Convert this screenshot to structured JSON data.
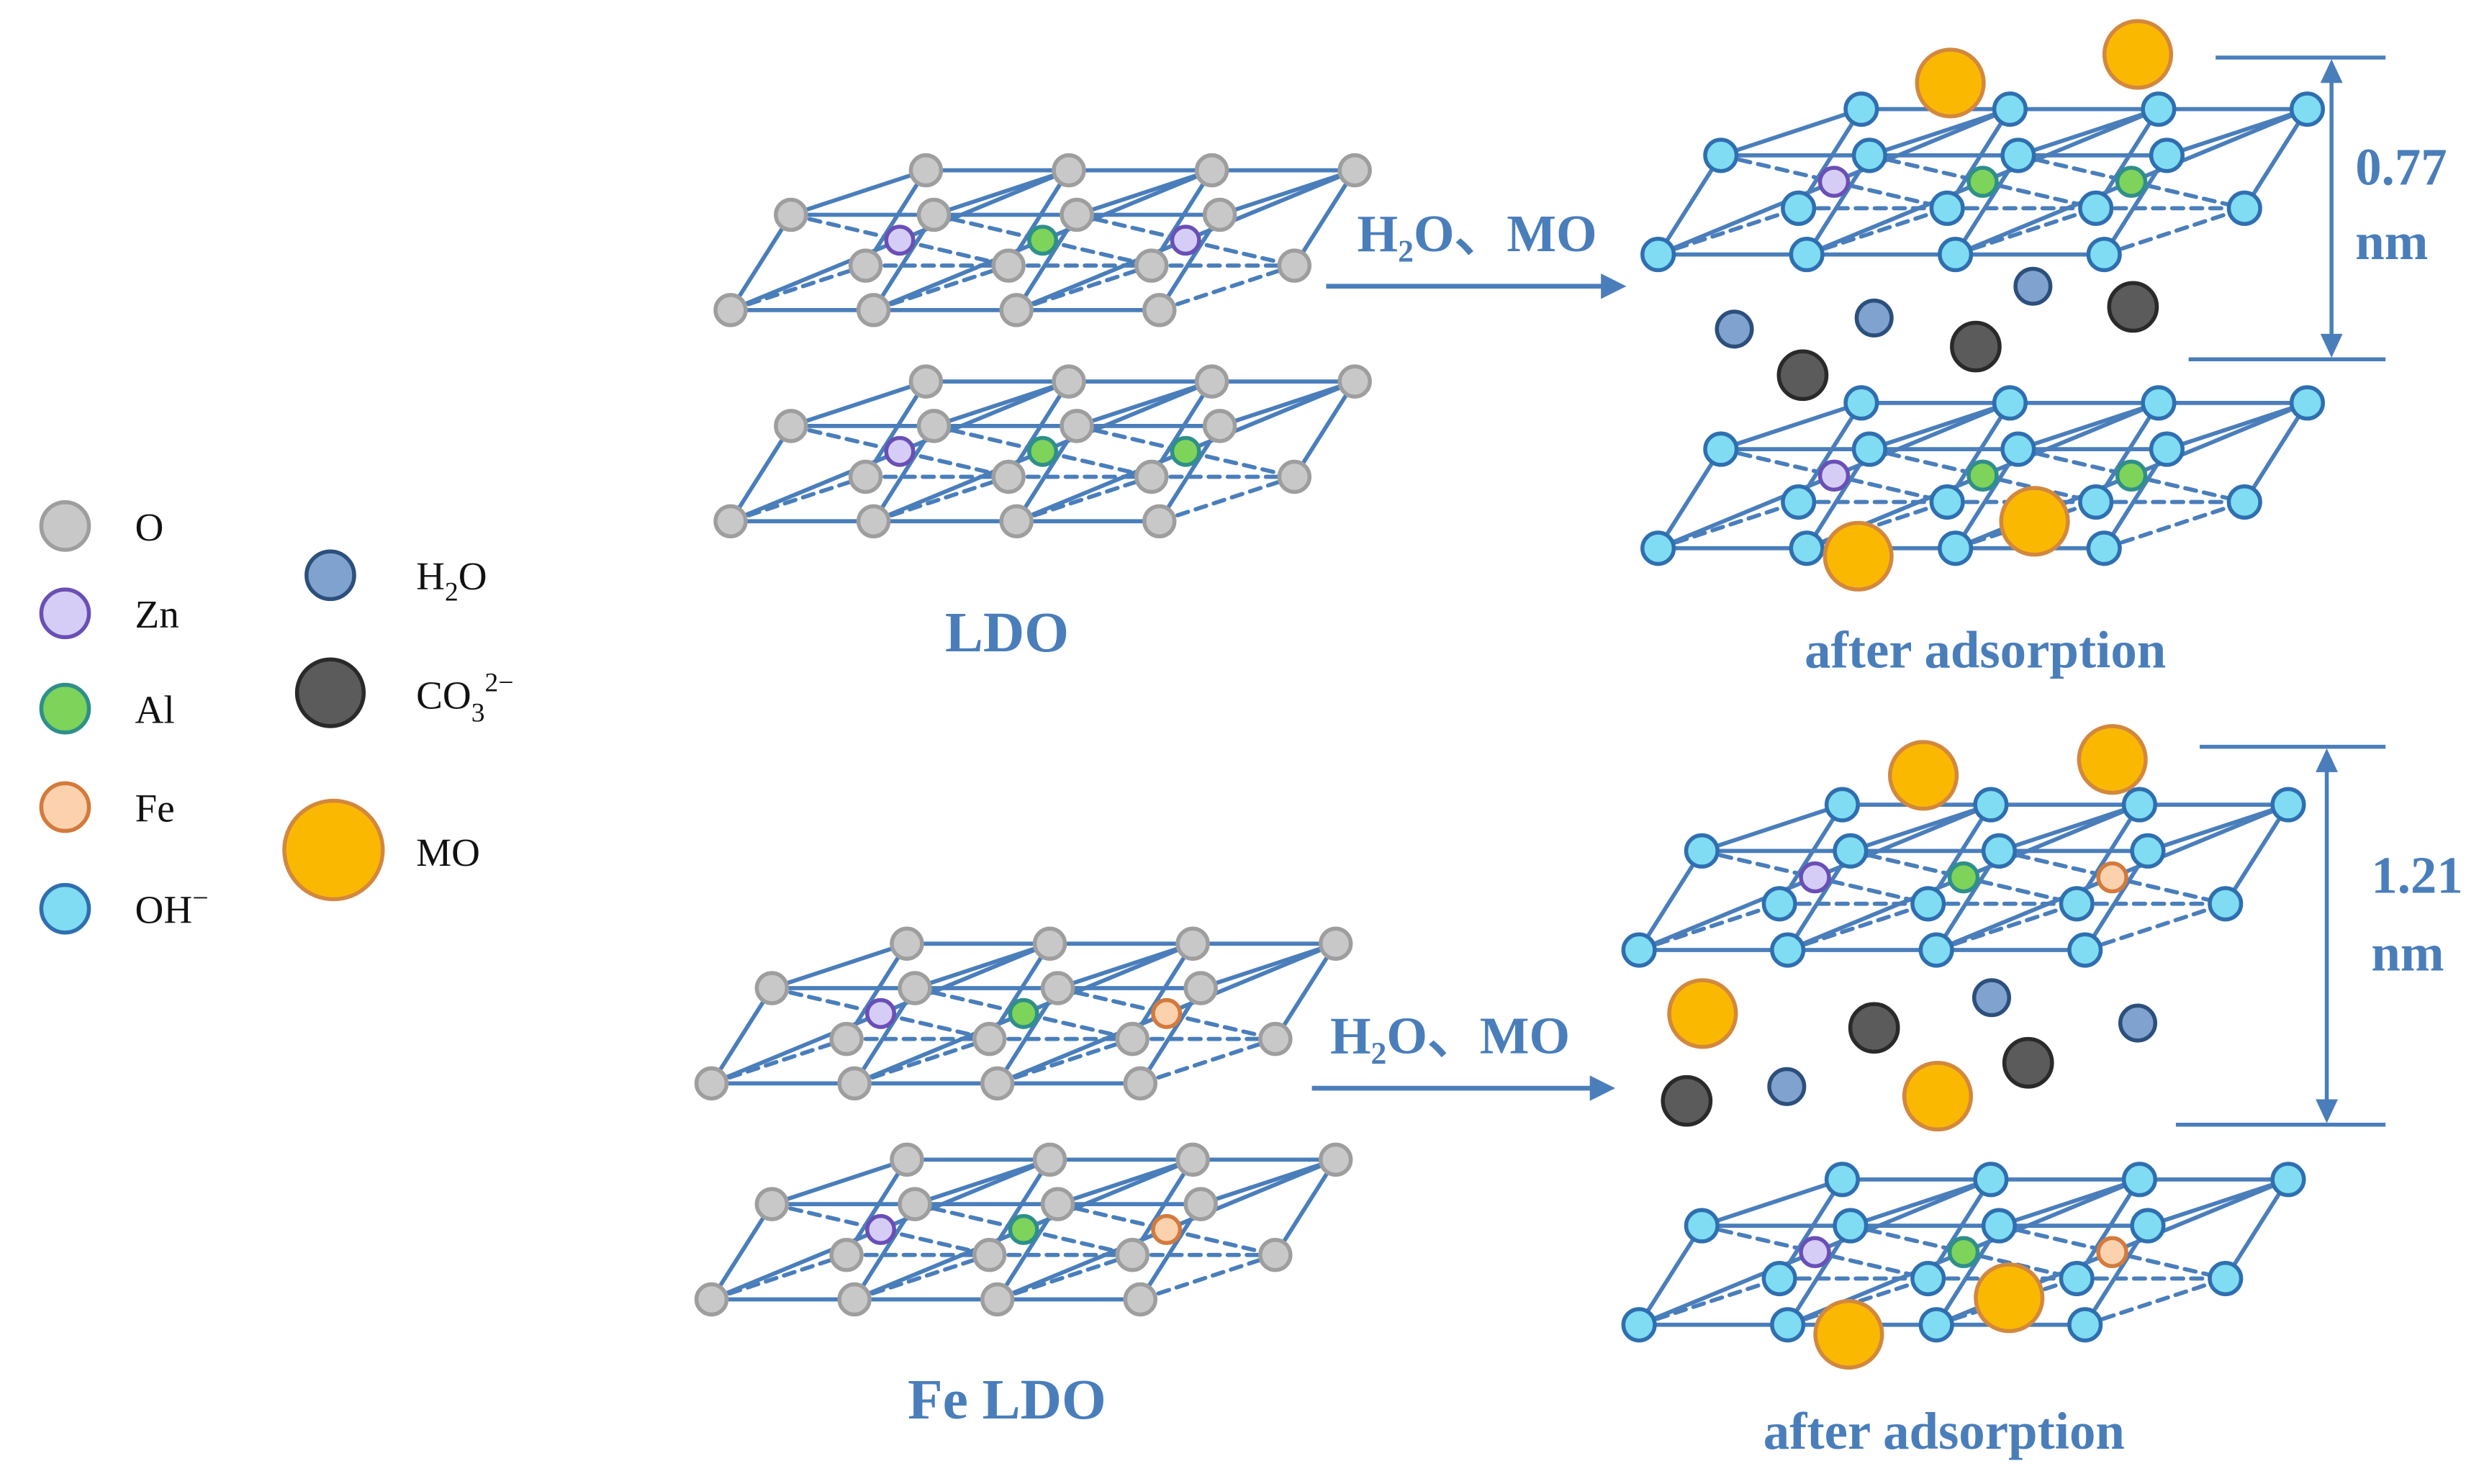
{
  "colors": {
    "frame": "#4a7ebb",
    "label": "#4a7ebb",
    "text_dark": "#111111",
    "O": {
      "fill": "#c8c8c8",
      "stroke": "#9e9e9e"
    },
    "Zn": {
      "fill": "#d5cdf5",
      "stroke": "#6a4fb5"
    },
    "Al": {
      "fill": "#7ed35a",
      "stroke": "#2f8f8a"
    },
    "Fe": {
      "fill": "#fbd1ae",
      "stroke": "#d37a3c"
    },
    "OH": {
      "fill": "#7fdcf2",
      "stroke": "#2f6fb0"
    },
    "H2O": {
      "fill": "#7fa2cf",
      "stroke": "#2c4f7c"
    },
    "CO3": {
      "fill": "#5b5b5b",
      "stroke": "#2a2a2a"
    },
    "MO": {
      "fill": "#fbb800",
      "stroke": "#d2883e"
    }
  },
  "legend": [
    {
      "key": "O",
      "label": "O"
    },
    {
      "key": "Zn",
      "label": "Zn"
    },
    {
      "key": "Al",
      "label": "Al"
    },
    {
      "key": "Fe",
      "label": "Fe"
    },
    {
      "key": "OH",
      "label": "OH",
      "sup": "−"
    },
    {
      "key": "H2O",
      "label": "H",
      "sub": "2",
      "tail": "O"
    },
    {
      "key": "CO3",
      "label": "CO",
      "sub": "3",
      "sup": "2−"
    },
    {
      "key": "MO",
      "label": "MO"
    }
  ],
  "panels": {
    "ldo": {
      "label": "LDO"
    },
    "fe_ldo": {
      "label": "Fe LDO"
    },
    "after_top": {
      "label": "after adsorption"
    },
    "after_bottom": {
      "label": "after adsorption"
    }
  },
  "arrows": {
    "top": {
      "label": "H₂O、MO"
    },
    "bottom": {
      "label": "H₂O、MO"
    }
  },
  "spacing": {
    "top": {
      "value": "0.77",
      "unit": "nm"
    },
    "bottom": {
      "value": "1.21",
      "unit": "nm"
    }
  }
}
